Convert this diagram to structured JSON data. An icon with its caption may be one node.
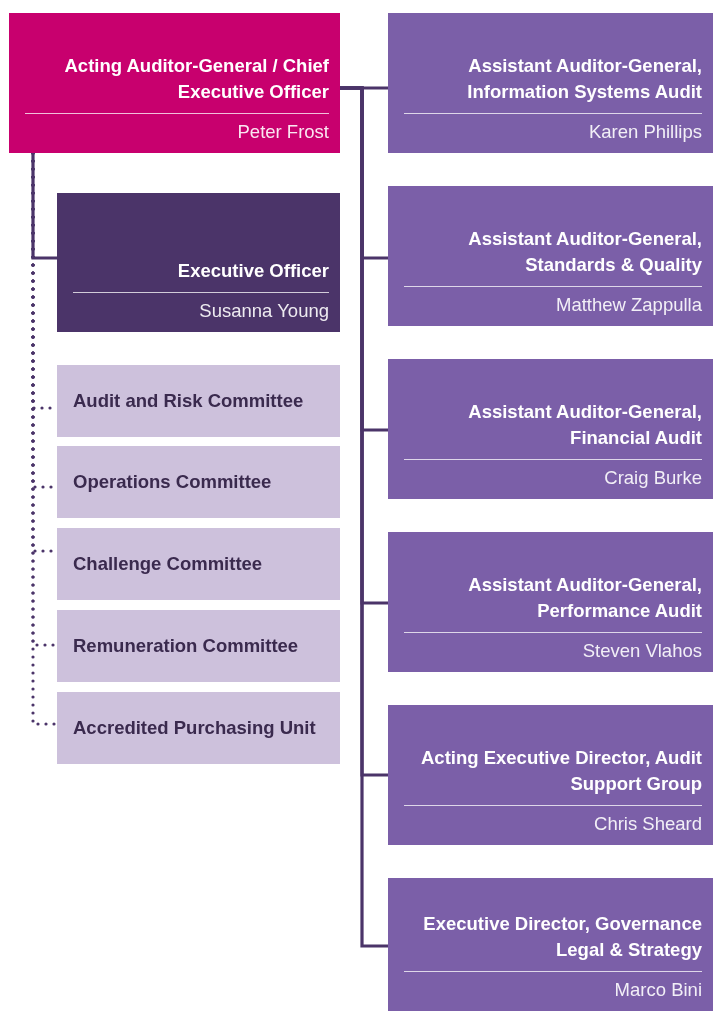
{
  "diagram": {
    "nodes": [
      {
        "text": [
          "Acting Auditor-General / Chief Executive Officer",
          "Peter Frost"
        ]
      },
      {
        "text": [
          "Executive Officer",
          "Susanna Young"
        ]
      },
      {
        "text": [
          "Audit and Risk Committee"
        ]
      },
      {
        "text": [
          "Operations Committee"
        ]
      },
      {
        "text": [
          "Challenge Committee"
        ]
      },
      {
        "text": [
          "Remuneration Committee"
        ]
      },
      {
        "text": [
          "Accredited Purchasing Unit"
        ]
      },
      {
        "text": [
          "Assistant Auditor-General, Information Systems Audit",
          "Karen Phillips"
        ]
      },
      {
        "text": [
          "Assistant Auditor-General, Standards & Quality",
          "Matthew Zappulla"
        ]
      },
      {
        "text": [
          "Assistant Auditor-General, Financial Audit",
          "Craig Burke"
        ]
      },
      {
        "text": [
          "Assistant Auditor-General, Performance Audit",
          "Steven Vlahos"
        ]
      },
      {
        "text": [
          "Acting Executive Director, Audit Support Group",
          "Chris Sheard"
        ]
      },
      {
        "text": [
          "Executive Director, Governance Legal & Strategy",
          "Marco Bini"
        ]
      }
    ],
    "edges": [
      {
        "from": 0,
        "to": 1,
        "arrow": "none"
      },
      {
        "from": 0,
        "to": 2,
        "arrow": "none",
        "style": "dashed"
      },
      {
        "from": 0,
        "to": 3,
        "arrow": "none",
        "style": "dashed"
      },
      {
        "from": 0,
        "to": 4,
        "arrow": "none",
        "style": "dashed"
      },
      {
        "from": 0,
        "to": 5,
        "arrow": "none",
        "style": "dashed"
      },
      {
        "from": 0,
        "to": 6,
        "arrow": "none",
        "style": "dashed"
      },
      {
        "from": 0,
        "to": 7,
        "arrow": "none"
      },
      {
        "from": 0,
        "to": 8,
        "arrow": "none"
      },
      {
        "from": 0,
        "to": 9,
        "arrow": "none"
      },
      {
        "from": 0,
        "to": 10,
        "arrow": "none"
      },
      {
        "from": 0,
        "to": 11,
        "arrow": "none"
      },
      {
        "from": 0,
        "to": 12,
        "arrow": "none"
      }
    ]
  }
}
